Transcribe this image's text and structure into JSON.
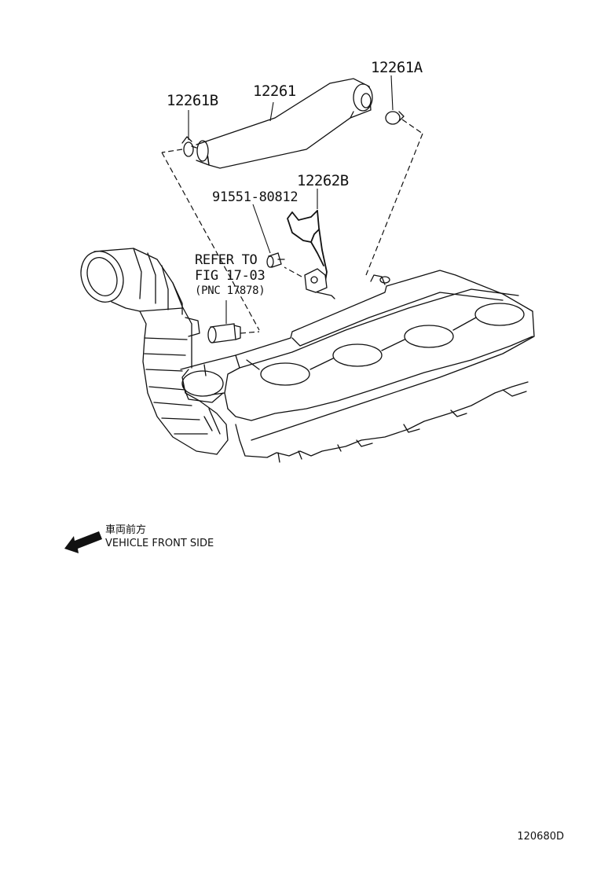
{
  "labels": {
    "part_12261B": "12261B",
    "part_12261": "12261",
    "part_12261A": "12261A",
    "part_12262B": "12262B",
    "part_bolt": "91551-80812",
    "refer_line1": "REFER TO",
    "refer_line2": "FIG 17-03",
    "refer_line3": "(PNC 17878)"
  },
  "direction": {
    "japanese": "車両前方",
    "english": "VEHICLE FRONT SIDE",
    "icon": "arrow-left-down-icon"
  },
  "figure_code": "120680D",
  "colors": {
    "line": "#111111",
    "background": "#ffffff"
  }
}
